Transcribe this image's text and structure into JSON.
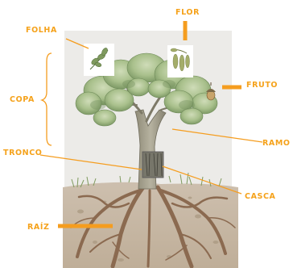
{
  "labels": {
    "folha": "FOLHA",
    "flor": "FLOR",
    "copa": "COPA",
    "fruto": "FRUTO",
    "ramo": "RAMO",
    "tronco": "TRONCO",
    "casca": "CASCA",
    "raiz": "RAÍZ"
  },
  "colors": {
    "label_orange": "#f5a21b",
    "line_orange": "#f59d1f",
    "foliage": "#a9c08c",
    "foliage_dark": "#6e8a58",
    "trunk": "#a09c86",
    "soil": "#c9b9a4",
    "roots": "#8b6a50",
    "background_panel": "#eceae6"
  }
}
